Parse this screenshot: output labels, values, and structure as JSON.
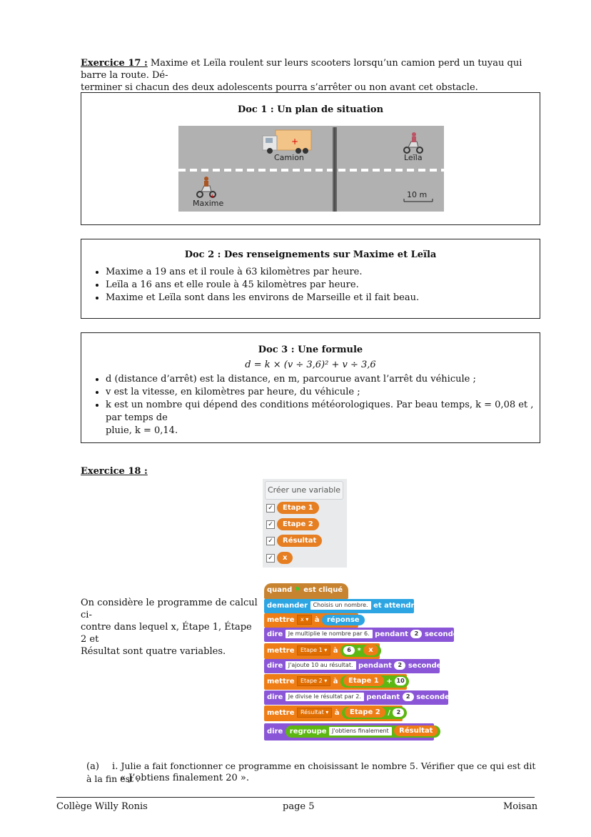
{
  "ex17": {
    "title": "Exercice 17 :",
    "line1": " Maxime et Leïla roulent sur leurs scooters lorsqu’un camion perd un tuyau qui barre la route. Dé-",
    "line2": "terminer si chacun des deux adolescents pourra s’arrêter ou non avant cet obstacle."
  },
  "doc1": {
    "title": "Doc 1 : Un plan de situation",
    "truck_label": "Camion",
    "leila_label": "Leïla",
    "maxime_label": "Maxime",
    "scale_label": "10 m"
  },
  "doc2": {
    "title": "Doc 2 : Des renseignements sur Maxime et Leïla",
    "items": [
      "Maxime a 19 ans et il roule à 63 kilomètres par heure.",
      "Leïla a 16 ans et elle roule à 45 kilomètres par heure.",
      "Maxime et Leïla sont dans les environs de Marseille et il fait beau."
    ]
  },
  "doc3": {
    "title": "Doc 3 : Une formule",
    "formula": "d = k × (v ÷ 3,6)² + v ÷ 3,6",
    "items": [
      "d (distance d’arrêt) est la distance, en m, parcourue avant l’arrêt du véhicule ;",
      "v est la vitesse, en kilomètres par heure, du véhicule ;",
      "k est un nombre qui dépend des conditions météorologiques. Par beau temps, k = 0,08 et , par temps de",
      "pluie, k = 0,14."
    ]
  },
  "ex18": {
    "title": "Exercice 18 :",
    "intro": [
      "On considère le programme de calcul ci-",
      "contre dans lequel x, Étape 1, Étape 2 et",
      "Résultat sont quatre variables."
    ]
  },
  "scratch": {
    "make_var": "Créer une variable",
    "variables": [
      "Etape 1",
      "Etape 2",
      "Résultat",
      "x"
    ],
    "when_clicked": [
      "quand",
      "est cliqué"
    ],
    "ask": {
      "kw": "demander",
      "text": "Choisis un nombre.",
      "kw2": "et attendre"
    },
    "set_x": {
      "kw": "mettre",
      "var": "x",
      "to": "à",
      "val": "réponse"
    },
    "say1": {
      "kw": "dire",
      "text": "Je multiplie le nombre par 6.",
      "for": "pendant",
      "n": "2",
      "unit": "secondes"
    },
    "set1": {
      "kw": "mettre",
      "var": "Etape 1",
      "to": "à",
      "a": "6",
      "op": "*",
      "b": "x"
    },
    "say2": {
      "kw": "dire",
      "text": "J'ajoute 10 au résultat.",
      "for": "pendant",
      "n": "2",
      "unit": "secondes"
    },
    "set2": {
      "kw": "mettre",
      "var": "Etape 2",
      "to": "à",
      "a": "Etape 1",
      "op": "+",
      "b": "10"
    },
    "say3": {
      "kw": "dire",
      "text": "Je divise le résultat par 2.",
      "for": "pendant",
      "n": "2",
      "unit": "secondes"
    },
    "set3": {
      "kw": "mettre",
      "var": "Résultat",
      "to": "à",
      "a": "Etape 2",
      "op": "/",
      "b": "2"
    },
    "say4": {
      "kw": "dire",
      "join": "regroupe",
      "text": "J'obtiens finalement",
      "var": "Résultat"
    }
  },
  "question": {
    "a": "(a)",
    "i": "i.",
    "line1": "Julie a fait fonctionner ce programme en choisissant le nombre 5. Vérifier que ce qui est dit à la fin est :",
    "line2": "« J’obtiens finalement 20 »."
  },
  "footer": {
    "left": "Collège Willy Ronis",
    "center": "page 5",
    "right": "Moisan"
  }
}
